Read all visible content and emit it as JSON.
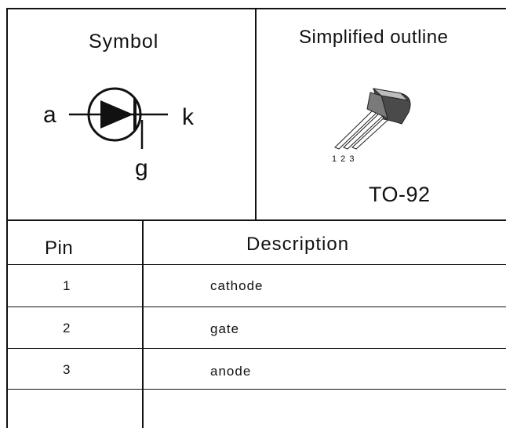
{
  "symbol_section": {
    "title": "Symbol",
    "anode_label": "a",
    "cathode_label": "k",
    "gate_label": "g"
  },
  "outline_section": {
    "title": "Simplified outline",
    "pin_numbers": "1 2 3",
    "package": "TO-92"
  },
  "pin_table": {
    "header_pin": "Pin",
    "header_description": "Description",
    "rows": [
      {
        "pin": "1",
        "description": "cathode"
      },
      {
        "pin": "2",
        "description": "gate"
      },
      {
        "pin": "3",
        "description": "anode"
      },
      {
        "pin": "",
        "description": ""
      }
    ]
  }
}
